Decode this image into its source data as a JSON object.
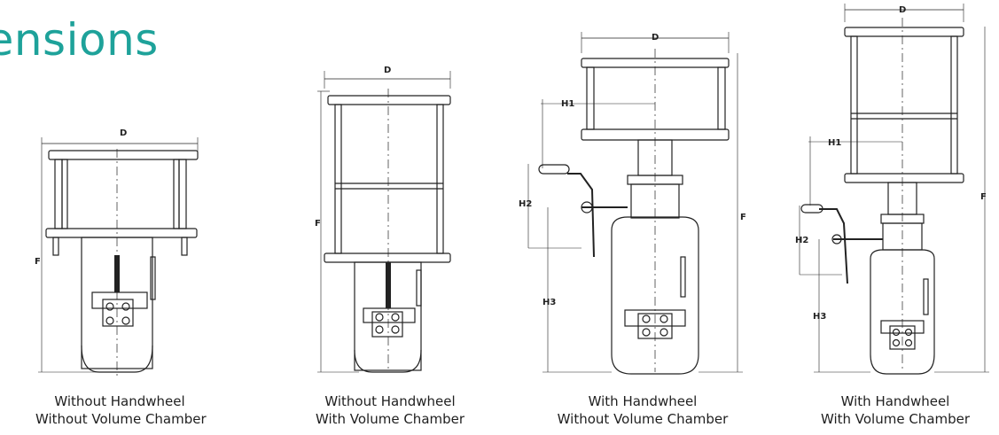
{
  "page": {
    "heading": "Dimensions",
    "accent_color": "#1ea29a",
    "line_color": "#222222"
  },
  "figures": [
    {
      "caption_line1": "Without Handwheel",
      "caption_line2": "Without Volume Chamber",
      "dim_labels": {
        "d": "D",
        "f": "F"
      }
    },
    {
      "caption_line1": "Without Handwheel",
      "caption_line2": "With Volume Chamber",
      "dim_labels": {
        "d": "D",
        "f": "F"
      }
    },
    {
      "caption_line1": "With Handwheel",
      "caption_line2": "Without Volume Chamber",
      "dim_labels": {
        "d": "D",
        "f": "F",
        "h1": "H1",
        "h2": "H2",
        "h3": "H3"
      }
    },
    {
      "caption_line1": "With Handwheel",
      "caption_line2": "With Volume Chamber",
      "dim_labels": {
        "d": "D",
        "f": "F",
        "h1": "H1",
        "h2": "H2",
        "h3": "H3"
      }
    }
  ]
}
